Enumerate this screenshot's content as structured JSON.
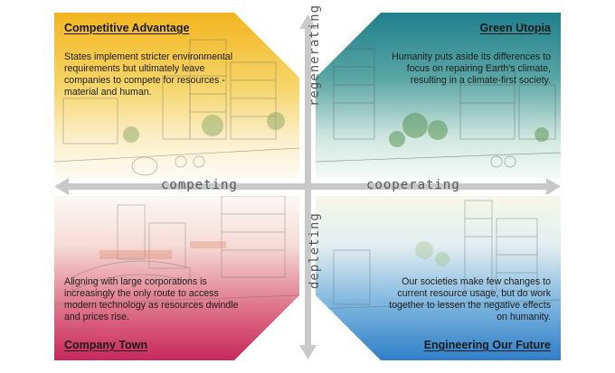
{
  "quadrants": {
    "top_left": {
      "title": "Competitive Advantage",
      "text": "States implement stricter environmental requirements but ultimately leave companies to compete for resources - material and human."
    },
    "top_right": {
      "title": "Green Utopia",
      "text": "Humanity puts aside its differences to focus on repairing Earth's climate, resulting in a climate-first society."
    },
    "bottom_left": {
      "title": "Company Town",
      "text": "Aligning with large corporations is increasingly the only route to access modern technology as resources dwindle and prices rise."
    },
    "bottom_right": {
      "title": "Engineering Our Future",
      "text": "Our societies make few changes to current resource usage, but do work together to lessen the negative effects on humanity."
    }
  },
  "axes": {
    "left": "competing",
    "right": "cooperating",
    "up": "regenerating",
    "down": "depleting"
  },
  "colors": {
    "top_left": "#f2b51f",
    "top_right": "#1f7f8c",
    "bottom_left": "#c8275d",
    "bottom_right": "#2f7fc8",
    "axis": "#c9c9c9"
  }
}
